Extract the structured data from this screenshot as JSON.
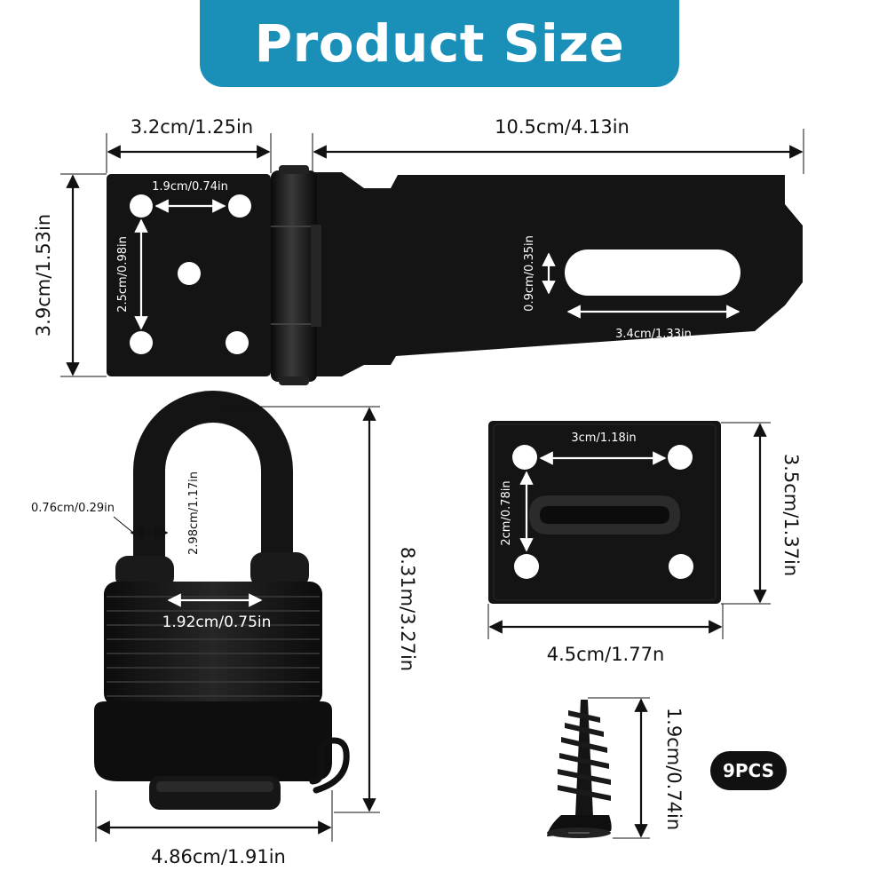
{
  "banner": {
    "title": "Product Size",
    "color": "#1a90b9"
  },
  "hasp": {
    "plate_width": "3.2cm/1.25in",
    "total_length": "10.5cm/4.13in",
    "height": "3.9cm/1.53in",
    "hole_spacing_h": "1.9cm/0.74in",
    "hole_spacing_v": "2.5cm/0.98in",
    "slot_height": "0.9cm/0.35in",
    "slot_length": "3.4cm/1.33in"
  },
  "padlock": {
    "shackle_thickness": "0.76cm/0.29in",
    "shackle_inner_height": "2.98cm/1.17in",
    "shackle_inner_width": "1.92cm/0.75in",
    "total_height": "8.31m/3.27in",
    "body_width": "4.86cm/1.91in"
  },
  "staple": {
    "hole_spacing_h": "3cm/1.18in",
    "hole_spacing_v": "2cm/0.78in",
    "height": "3.5cm/1.37in",
    "width": "4.5cm/1.77n"
  },
  "screw": {
    "length": "1.9cm/0.74in",
    "quantity": "9PCS"
  }
}
